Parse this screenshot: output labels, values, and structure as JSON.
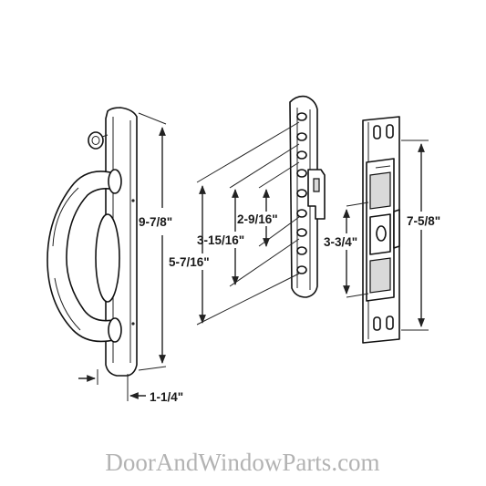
{
  "dimensions": {
    "handle_height": "9-7/8\"",
    "handle_width": "1-1/4\"",
    "latch_inner": "2-9/16\"",
    "latch_mid": "3-15/16\"",
    "latch_outer": "5-7/16\"",
    "keeper_inner": "3-3/4\"",
    "keeper_outer": "7-5/8\""
  },
  "watermark": "DoorAndWindowParts.com",
  "colors": {
    "line": "#111111",
    "shade": "#d9d9d9",
    "watermark": "#b3b3b3"
  }
}
